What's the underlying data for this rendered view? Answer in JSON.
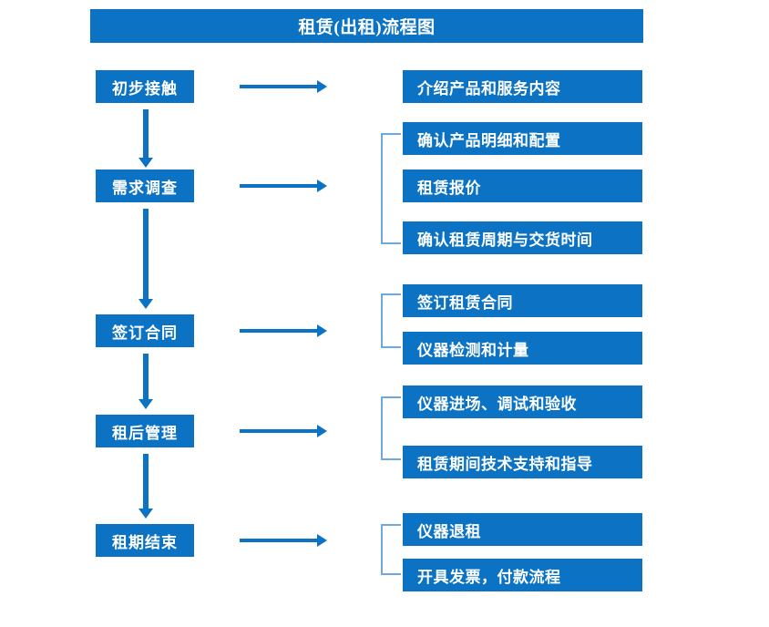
{
  "diagram": {
    "title": "租赁(出租)流程图",
    "accent_color": "#0B72C4",
    "bracket_color": "#6FA8DC",
    "text_color": "#FFFFFF",
    "background_color": "#FFFFFF",
    "stages": [
      {
        "label": "初步接触"
      },
      {
        "label": "需求调查"
      },
      {
        "label": "签订合同"
      },
      {
        "label": "租后管理"
      },
      {
        "label": "租期结束"
      }
    ],
    "groups": [
      {
        "stage": "初步接触",
        "bracketed": false,
        "items": [
          {
            "label": "介绍产品和服务内容"
          }
        ]
      },
      {
        "stage": "需求调查",
        "bracketed": true,
        "items": [
          {
            "label": "确认产品明细和配置"
          },
          {
            "label": "租赁报价"
          },
          {
            "label": "确认租赁周期与交货时间"
          }
        ]
      },
      {
        "stage": "签订合同",
        "bracketed": true,
        "items": [
          {
            "label": "签订租赁合同"
          },
          {
            "label": "仪器检测和计量"
          }
        ]
      },
      {
        "stage": "租后管理",
        "bracketed": true,
        "items": [
          {
            "label": "仪器进场、调试和验收"
          },
          {
            "label": "租赁期间技术支持和指导"
          }
        ]
      },
      {
        "stage": "租期结束",
        "bracketed": true,
        "items": [
          {
            "label": "仪器退租"
          },
          {
            "label": "开具发票，付款流程"
          }
        ]
      }
    ],
    "connectors": {
      "down_arrow_name": "down-arrow-icon",
      "right_arrow_name": "right-arrow-icon",
      "bracket_name": "group-bracket"
    }
  }
}
